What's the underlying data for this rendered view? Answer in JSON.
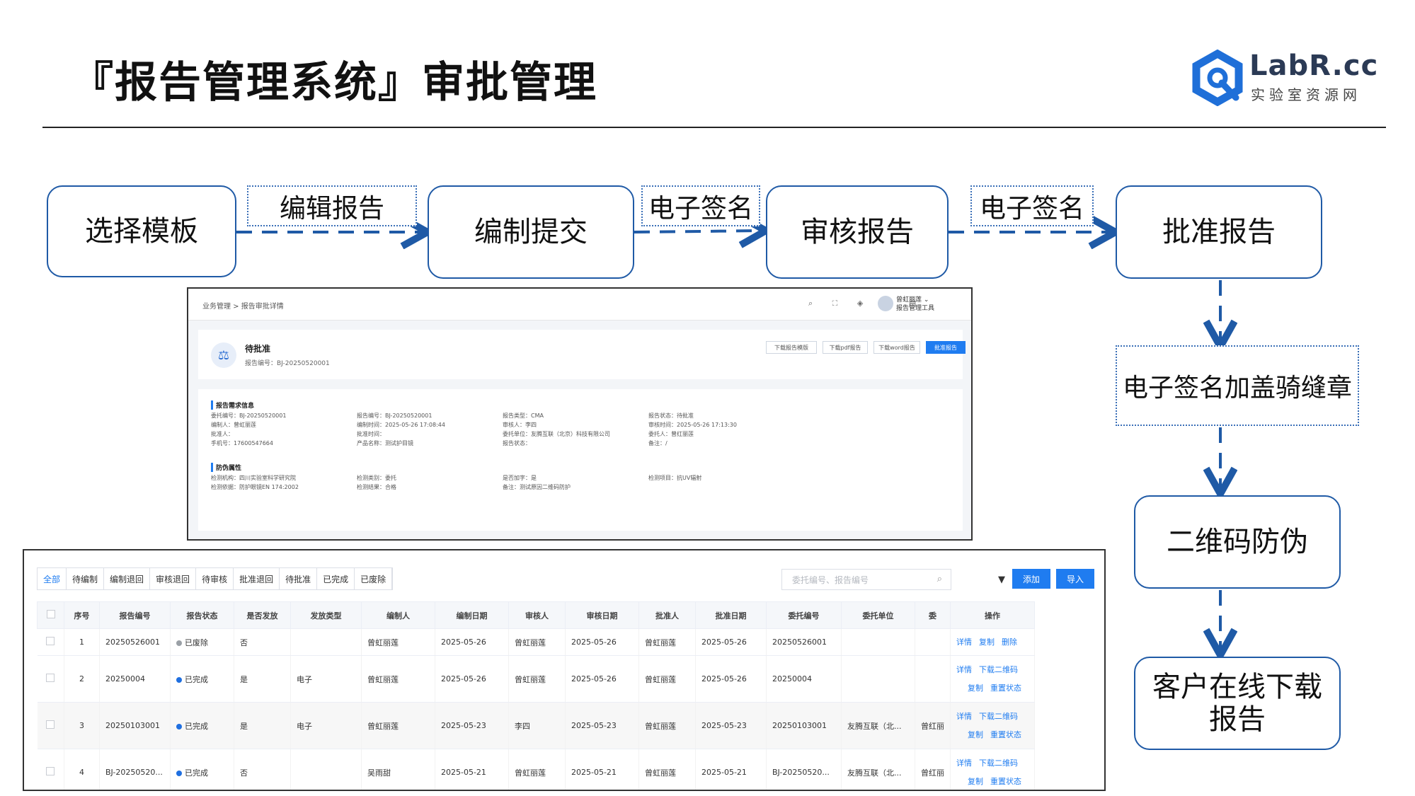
{
  "slide": {
    "title": "『报告管理系统』审批管理"
  },
  "logo": {
    "name": "LabR.cc",
    "subtitle": "实验室资源网",
    "color": "#1f6fd8"
  },
  "flow": {
    "nodes": [
      "选择模板",
      "编制提交",
      "审核报告",
      "批准报告",
      "电子签名加盖骑缝章",
      "二维码防伪",
      "客户在线下载报告"
    ],
    "edge_labels": [
      "编辑报告",
      "电子签名",
      "电子签名"
    ],
    "accent": "#1f5aa6"
  },
  "detail": {
    "breadcrumb": "业务管理  >  报告审批详情",
    "user_name": "曾虹丽莲 ⌄",
    "user_role": "报告管理工具",
    "header_icons": "⌕ ⛶ ◈ ○ ▤",
    "status": "待批准",
    "report_no": "报告编号：BJ-20250520001",
    "buttons": [
      "下载报告模版",
      "下载pdf报告",
      "下载word报告",
      "批准报告"
    ],
    "section1": "报告需求信息",
    "fields1": [
      [
        "委托编号：BJ-20250520001",
        "报告编号：BJ-20250520001",
        "报告类型：CMA",
        "报告状态：待批准"
      ],
      [
        "编制人：曾虹丽莲",
        "编制时间：2025-05-26 17:08:44",
        "审核人：李四",
        "审核时间：2025-05-26 17:13:30"
      ],
      [
        "批准人：",
        "批准时间：",
        "委托单位：友腾互联（北京）科技有限公司",
        "委托人：曾红丽莲"
      ],
      [
        "手机号：17600547664",
        "产品名称：测试护目镜",
        "报告状态：",
        "备注：/"
      ]
    ],
    "section2": "防伪属性",
    "fields2": [
      [
        "检测机构：四川实验室科学研究院",
        "检测类别：委托",
        "是否加字：是",
        "检测项目：抗UV辐射"
      ],
      [
        "检测依据：防护眼镜EN 174:2002",
        "检测结果：合格",
        "备注：测试原因二维码防护",
        ""
      ]
    ]
  },
  "table": {
    "tabs": [
      "全部",
      "待编制",
      "编制退回",
      "审核退回",
      "待审核",
      "批准退回",
      "待批准",
      "已完成",
      "已废除"
    ],
    "search_placeholder": "委托编号、报告编号",
    "add_label": "添加",
    "import_label": "导入",
    "columns": [
      "序号",
      "报告编号",
      "报告状态",
      "是否发放",
      "发放类型",
      "编制人",
      "编制日期",
      "审核人",
      "审核日期",
      "批准人",
      "批准日期",
      "委托编号",
      "委托单位",
      "委",
      "操作"
    ],
    "rows": [
      {
        "no": "1",
        "report_no": "20250526001",
        "status": "已废除",
        "status_color": "#9aa0a6",
        "issued": "否",
        "issue_type": "",
        "compiler": "曾虹丽莲",
        "compile_date": "2025-05-26",
        "reviewer": "曾虹丽莲",
        "review_date": "2025-05-26",
        "approver": "曾虹丽莲",
        "approve_date": "2025-05-26",
        "commission_no": "20250526001",
        "client": "",
        "client2": "",
        "ops1": [
          "详情",
          "复制",
          "删除"
        ],
        "ops2": []
      },
      {
        "no": "2",
        "report_no": "20250004",
        "status": "已完成",
        "status_color": "#1f6fe0",
        "issued": "是",
        "issue_type": "电子",
        "compiler": "曾虹丽莲",
        "compile_date": "2025-05-26",
        "reviewer": "曾虹丽莲",
        "review_date": "2025-05-26",
        "approver": "曾虹丽莲",
        "approve_date": "2025-05-26",
        "commission_no": "20250004",
        "client": "",
        "client2": "",
        "ops1": [
          "详情",
          "下载二维码"
        ],
        "ops2": [
          "复制",
          "重置状态"
        ]
      },
      {
        "no": "3",
        "report_no": "20250103001",
        "status": "已完成",
        "status_color": "#1f6fe0",
        "issued": "是",
        "issue_type": "电子",
        "compiler": "曾虹丽莲",
        "compile_date": "2025-05-23",
        "reviewer": "李四",
        "review_date": "2025-05-23",
        "approver": "曾虹丽莲",
        "approve_date": "2025-05-23",
        "commission_no": "20250103001",
        "client": "友腾互联（北...",
        "client2": "曾红丽",
        "ops1": [
          "详情",
          "下载二维码"
        ],
        "ops2": [
          "复制",
          "重置状态"
        ]
      },
      {
        "no": "4",
        "report_no": "BJ-20250520...",
        "status": "已完成",
        "status_color": "#1f6fe0",
        "issued": "否",
        "issue_type": "",
        "compiler": "吴雨甜",
        "compile_date": "2025-05-21",
        "reviewer": "曾虹丽莲",
        "review_date": "2025-05-21",
        "approver": "曾虹丽莲",
        "approve_date": "2025-05-21",
        "commission_no": "BJ-20250520...",
        "client": "友腾互联（北...",
        "client2": "曾红丽",
        "ops1": [
          "详情",
          "下载二维码"
        ],
        "ops2": [
          "复制",
          "重置状态"
        ]
      }
    ]
  }
}
